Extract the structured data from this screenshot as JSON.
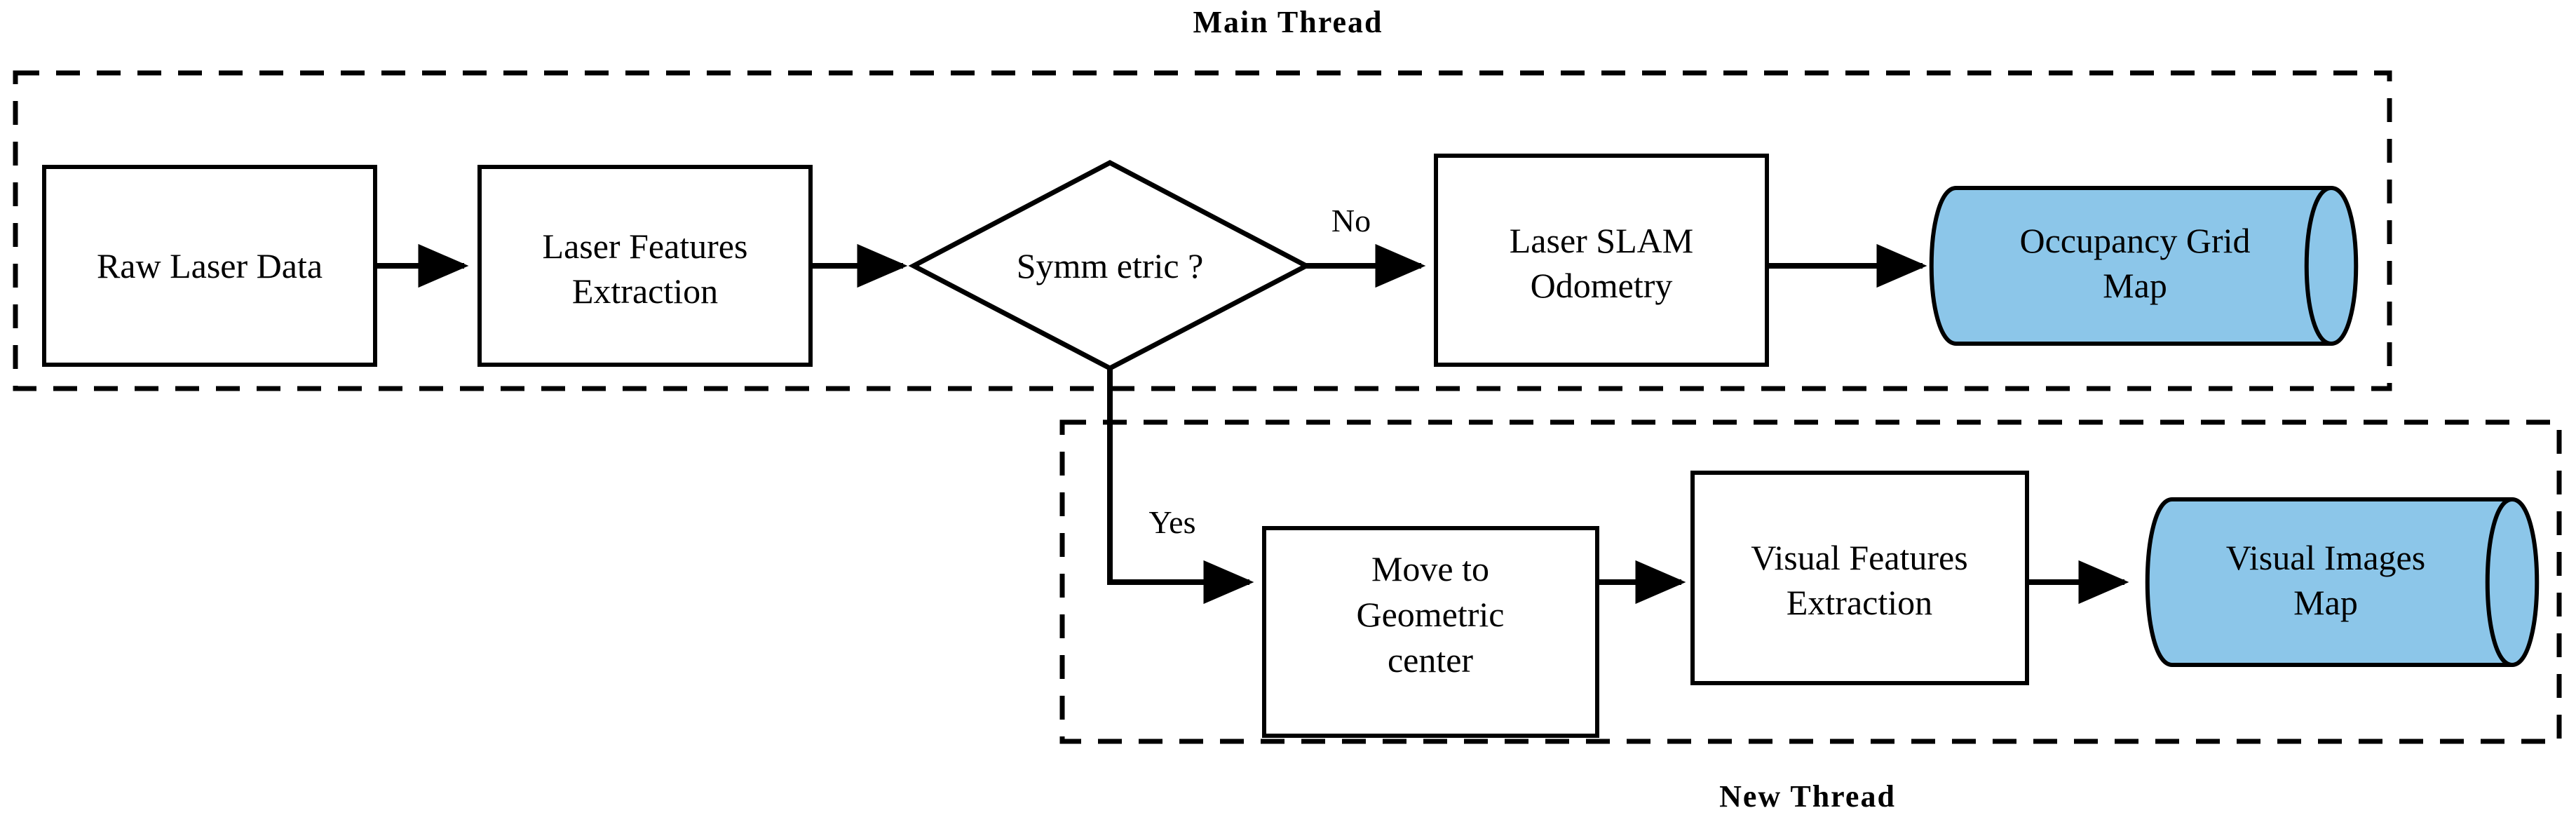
{
  "diagram": {
    "title_top": "Main  Thread",
    "title_bottom": "New  Thread",
    "background": "#ffffff",
    "stroke_color": "#000000",
    "datastore_fill": "#8CC6E9"
  },
  "main_thread": {
    "label": "Main  Thread",
    "nodes": {
      "raw_laser_data": {
        "label": "Raw Laser Data",
        "type": "process"
      },
      "laser_features_extraction": {
        "line1": "Laser Features",
        "line2": "Extraction",
        "type": "process"
      },
      "symmetric_decision": {
        "label": "Symm etric ?",
        "type": "decision"
      },
      "laser_slam_odometry": {
        "line1": "Laser SLAM",
        "line2": "Odometry",
        "type": "process"
      },
      "occupancy_grid_map": {
        "line1": "Occupancy Grid",
        "line2": "Map",
        "type": "datastore"
      }
    }
  },
  "new_thread": {
    "label": "New  Thread",
    "nodes": {
      "move_to_geometric_center": {
        "line1": "Move to",
        "line2": "Geometric",
        "line3": "center",
        "type": "process"
      },
      "visual_features_extraction": {
        "line1": "Visual Features",
        "line2": "Extraction",
        "type": "process"
      },
      "visual_images_map": {
        "line1": "Visual Images",
        "line2": "Map",
        "type": "datastore"
      }
    }
  },
  "edges": {
    "no_label": "No",
    "yes_label": "Yes"
  }
}
